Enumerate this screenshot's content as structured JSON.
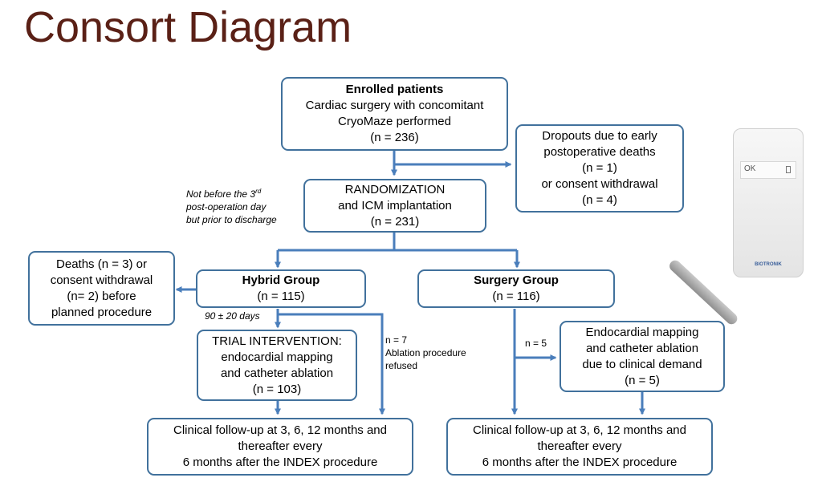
{
  "title": "Consort Diagram",
  "enrolled": {
    "heading": "Enrolled patients",
    "line1": "Cardiac surgery with concomitant",
    "line2": "CryoMaze performed",
    "line3": "(n = 236)"
  },
  "dropouts": {
    "line1": "Dropouts due to early",
    "line2": "postoperative deaths",
    "line3": "(n = 1)",
    "line4": "or consent withdrawal",
    "line5": "(n = 4)"
  },
  "randomization": {
    "line1": "RANDOMIZATION",
    "line2": "and ICM implantation",
    "line3": "(n = 231)"
  },
  "timing_note": {
    "line1": "Not before the 3",
    "sup": "rd",
    "line2": "post-operation day",
    "line3": "but prior to discharge"
  },
  "deaths": {
    "line1": "Deaths (n = 3) or",
    "line2": "consent withdrawal",
    "line3": "(n= 2) before",
    "line4": "planned procedure"
  },
  "hybrid": {
    "heading": "Hybrid Group",
    "line2": "(n = 115)"
  },
  "surgery": {
    "heading": "Surgery Group",
    "line2": "(n = 116)"
  },
  "interval_note": "90 ± 20 days",
  "trial": {
    "line1": "TRIAL INTERVENTION:",
    "line2": "endocardial mapping",
    "line3": "and catheter ablation",
    "line4": "(n = 103)"
  },
  "refused_note": {
    "line1": "n = 7",
    "line2": "Ablation procedure",
    "line3": "refused"
  },
  "n5_note": "n = 5",
  "endo": {
    "line1": "Endocardial mapping",
    "line2": "and catheter ablation",
    "line3": "due to clinical demand",
    "line4": "(n = 5)"
  },
  "followup_left": {
    "line1": "Clinical follow-up at 3, 6, 12 months and",
    "line2": "thereafter every",
    "line3": "6 months after the INDEX procedure"
  },
  "followup_right": {
    "line1": "Clinical follow-up at 3, 6, 12 months and",
    "line2": "thereafter every",
    "line3": "6 months after the INDEX procedure"
  },
  "device": {
    "screen_text": "OK",
    "brand": "BIOTRONIK"
  },
  "colors": {
    "arrow": "#4a7ebb",
    "box_border": "#41719c",
    "title": "#5a2016"
  },
  "icons": {
    "device": "cardiac-messenger-device-icon",
    "wand": "patient-activator-wand-icon"
  }
}
